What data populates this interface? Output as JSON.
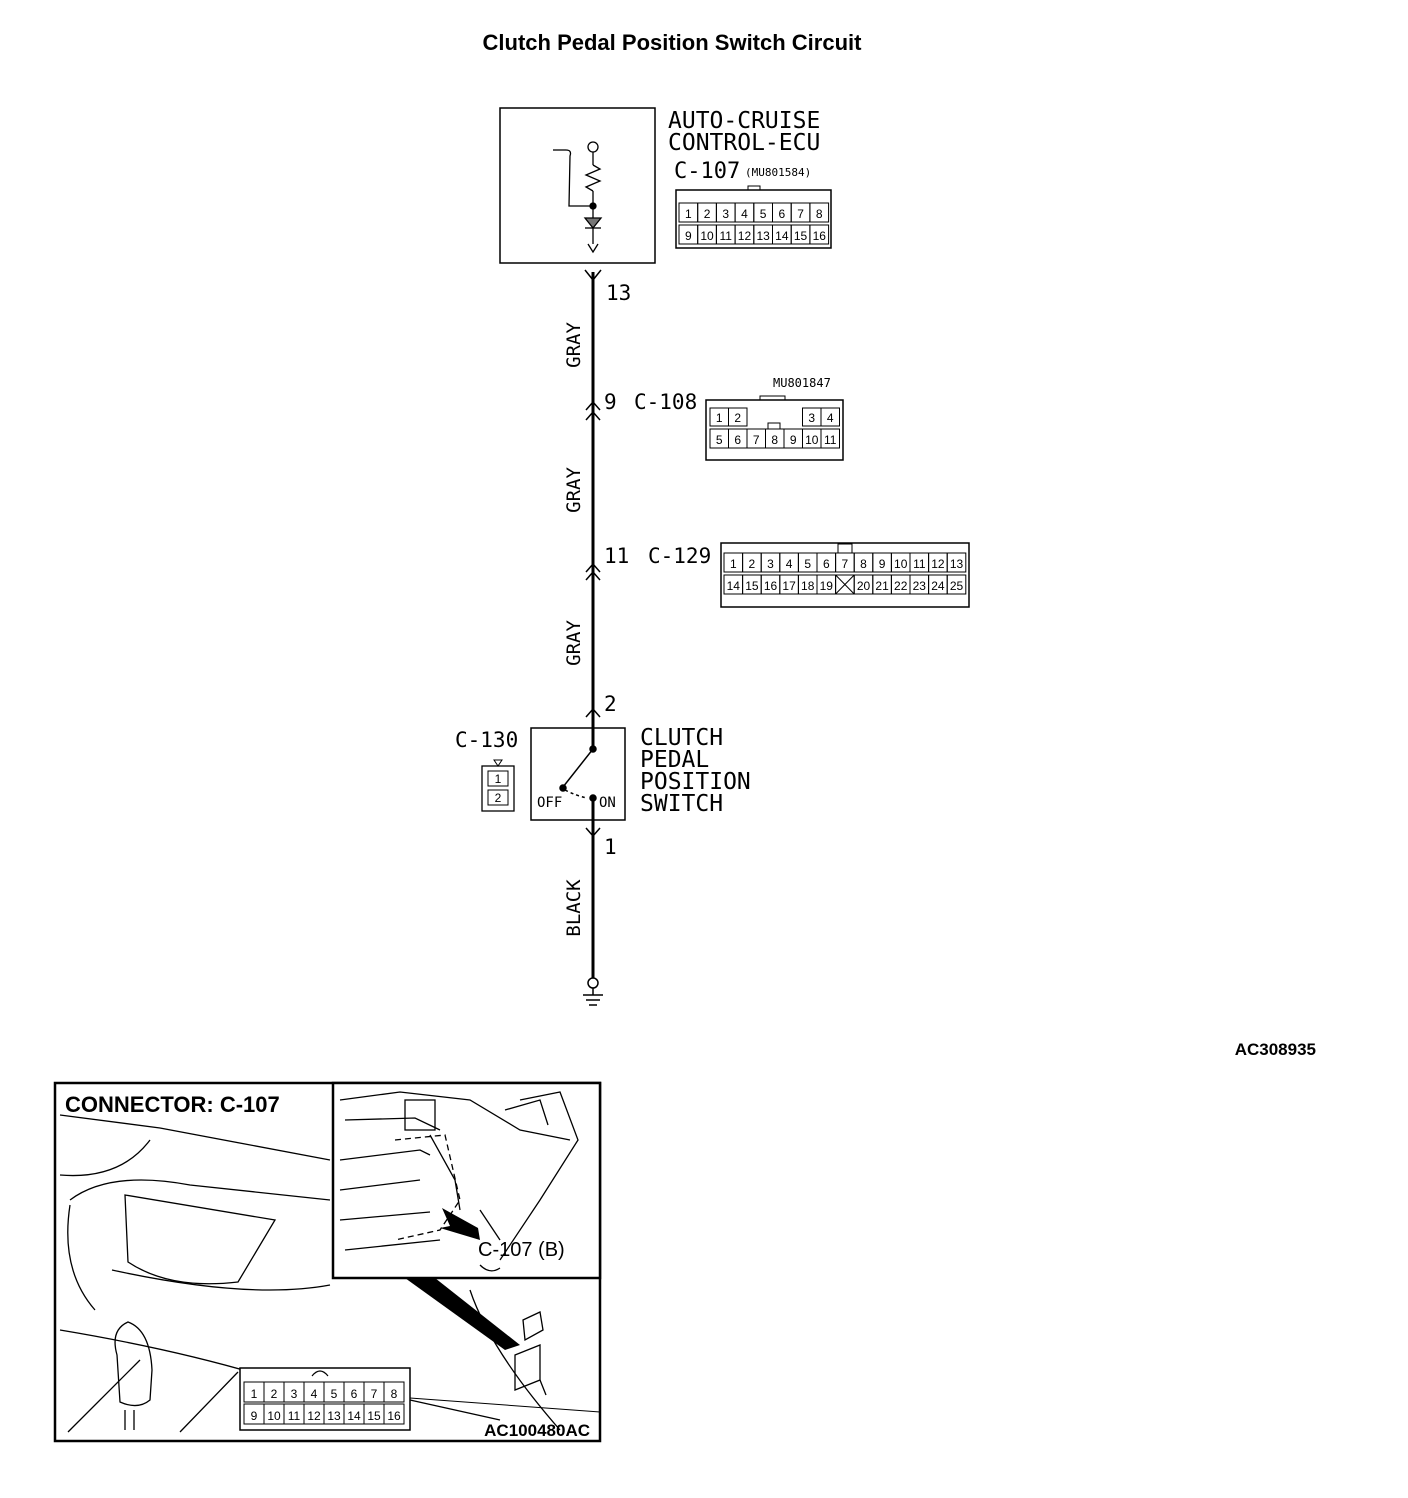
{
  "title": "Clutch Pedal Position Switch Circuit",
  "figure_id": "AC308935",
  "ecu": {
    "name_line1": "AUTO-CRUISE",
    "name_line2": "CONTROL-ECU",
    "connector": "C-107",
    "part_no": "(MU801584)",
    "pins_row1": [
      "1",
      "2",
      "3",
      "4",
      "5",
      "6",
      "7",
      "8"
    ],
    "pins_row2": [
      "9",
      "10",
      "11",
      "12",
      "13",
      "14",
      "15",
      "16"
    ],
    "terminal": "13"
  },
  "wires": [
    {
      "color": "GRAY"
    },
    {
      "color": "GRAY"
    },
    {
      "color": "GRAY"
    },
    {
      "color": "BLACK"
    }
  ],
  "c108": {
    "pin": "9",
    "connector": "C-108",
    "part_no": "MU801847",
    "pins_row1": [
      "1",
      "2",
      "3",
      "4"
    ],
    "pins_row2": [
      "5",
      "6",
      "7",
      "8",
      "9",
      "10",
      "11"
    ]
  },
  "c129": {
    "pin": "11",
    "connector": "C-129",
    "pins_row1": [
      "1",
      "2",
      "3",
      "4",
      "5",
      "6",
      "7",
      "8",
      "9",
      "10",
      "11",
      "12",
      "13"
    ],
    "pins_row2": [
      "14",
      "15",
      "16",
      "17",
      "18",
      "19",
      "20",
      "21",
      "22",
      "23",
      "24",
      "25"
    ]
  },
  "switch": {
    "connector": "C-130",
    "pins": [
      "1",
      "2"
    ],
    "name_line1": "CLUTCH",
    "name_line2": "PEDAL",
    "name_line3": "POSITION",
    "name_line4": "SWITCH",
    "off_label": "OFF",
    "on_label": "ON",
    "top_pin": "2",
    "bottom_pin": "1"
  },
  "inset": {
    "heading": "CONNECTOR: C-107",
    "callout": "C-107 (B)",
    "figure_id": "AC100480AC",
    "pins_row1": [
      "1",
      "2",
      "3",
      "4",
      "5",
      "6",
      "7",
      "8"
    ],
    "pins_row2": [
      "9",
      "10",
      "11",
      "12",
      "13",
      "14",
      "15",
      "16"
    ]
  }
}
